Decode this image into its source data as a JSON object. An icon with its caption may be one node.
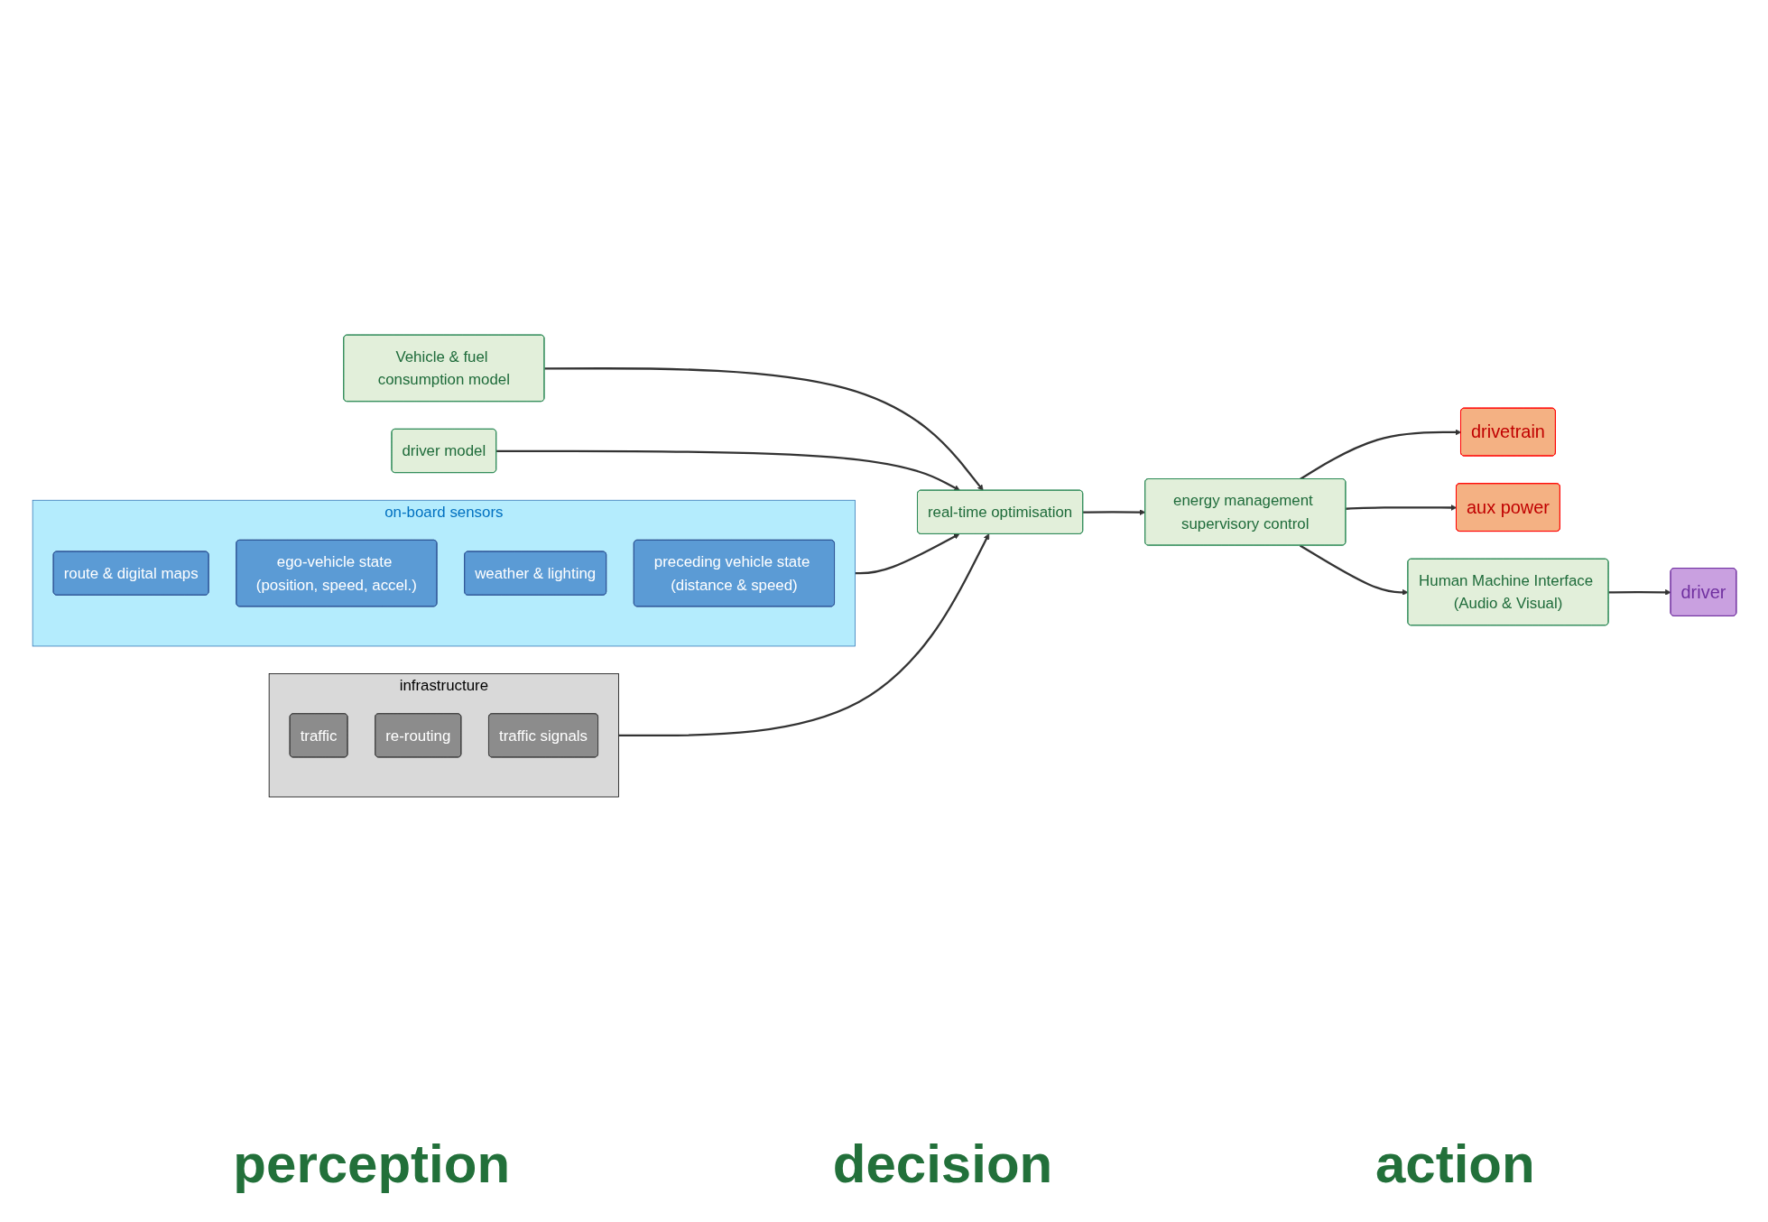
{
  "diagram": {
    "nodes": [
      {
        "text": [
          "on-board sensors"
        ]
      },
      {
        "text": [
          "route & digital maps"
        ],
        "in": 0
      },
      {
        "text": [
          "ego-vehicle state (position, speed, accel.)"
        ],
        "in": 0
      },
      {
        "text": [
          "weather & lighting"
        ],
        "in": 0
      },
      {
        "text": [
          "preceding vehicle state (distance & speed)"
        ],
        "in": 0
      },
      {
        "text": [
          "infrastructure"
        ]
      },
      {
        "text": [
          "traffic"
        ],
        "in": 5
      },
      {
        "text": [
          "re-routing"
        ],
        "in": 5
      },
      {
        "text": [
          "traffic signals"
        ],
        "in": 5
      },
      {
        "text": [
          "Vehicle & fuel consumption model"
        ]
      },
      {
        "text": [
          "real-time optimisation"
        ]
      },
      {
        "text": [
          "driver model"
        ]
      },
      {
        "text": [
          "energy management supervisory control"
        ]
      },
      {
        "text": [
          "drivetrain"
        ]
      },
      {
        "text": [
          "aux power"
        ]
      },
      {
        "text": [
          "Human Machine Interface (Audio & Visual)"
        ]
      },
      {
        "text": [
          "driver"
        ]
      }
    ],
    "edges": [
      {
        "from": 0,
        "to": 10,
        "arrow": "to"
      },
      {
        "from": 5,
        "to": 10,
        "arrow": "to"
      },
      {
        "from": 9,
        "to": 10,
        "arrow": "to"
      },
      {
        "from": 11,
        "to": 10,
        "arrow": "to"
      },
      {
        "from": 10,
        "to": 12,
        "arrow": "to"
      },
      {
        "from": 12,
        "to": 13,
        "arrow": "to"
      },
      {
        "from": 12,
        "to": 14,
        "arrow": "to"
      },
      {
        "from": 12,
        "to": 15,
        "arrow": "to"
      },
      {
        "from": 15,
        "to": 16,
        "arrow": "to"
      }
    ],
    "labels": [
      "perception",
      "decision",
      "action"
    ]
  }
}
